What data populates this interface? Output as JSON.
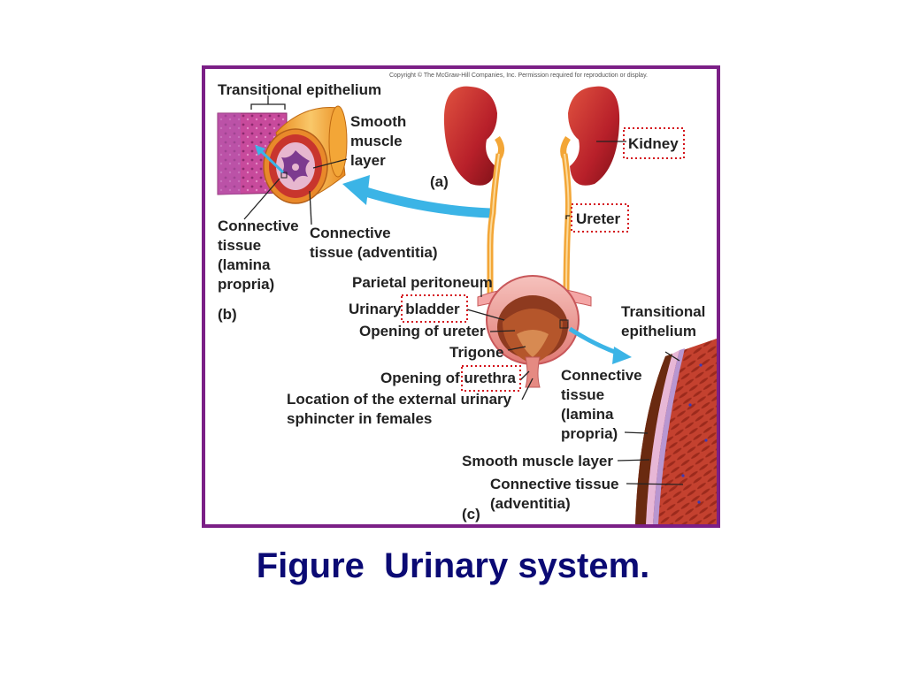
{
  "copyright": "Copyright © The McGraw-Hill Companies, Inc. Permission required for reproduction or display.",
  "caption": "Figure  Urinary system.",
  "colors": {
    "frame": "#7b1f86",
    "caption": "#0b0a74",
    "highlight": "#d4121a",
    "arrow": "#3bb4e6",
    "kidney": "#c1272d",
    "ureter": "#f3a637"
  },
  "labels": {
    "transitional_epithelium_b": "Transitional epithelium",
    "smooth_muscle_1": "Smooth",
    "smooth_muscle_2": "muscle",
    "smooth_muscle_3": "layer",
    "ct_lamina_1": "Connective",
    "ct_lamina_2": "tissue",
    "ct_lamina_3": "(lamina",
    "ct_lamina_4": "propria)",
    "ct_adventitia_1": "Connective",
    "ct_adventitia_2": "tissue (adventitia)",
    "panel_b": "(b)",
    "panel_a": "(a)",
    "kidney": "Kidney",
    "ureter": "Ureter",
    "parietal_peritoneum": "Parietal peritoneum",
    "urinary_bladder": "Urinary bladder",
    "opening_of_ureter": "Opening of ureter",
    "trigone": "Trigone",
    "opening_of_urethra": "Opening of urethra",
    "ext_sphincter_1": "Location of the external urinary",
    "ext_sphincter_2": "sphincter in females",
    "transitional_epithelium_c_1": "Transitional",
    "transitional_epithelium_c_2": "epithelium",
    "ct_c_1": "Connective",
    "ct_c_2": "tissue",
    "ct_c_3": "(lamina",
    "ct_c_4": "propria)",
    "smooth_muscle_c": "Smooth muscle layer",
    "ct_adv_c_1": "Connective tissue",
    "ct_adv_c_2": "(adventitia)",
    "panel_c": "(c)"
  }
}
